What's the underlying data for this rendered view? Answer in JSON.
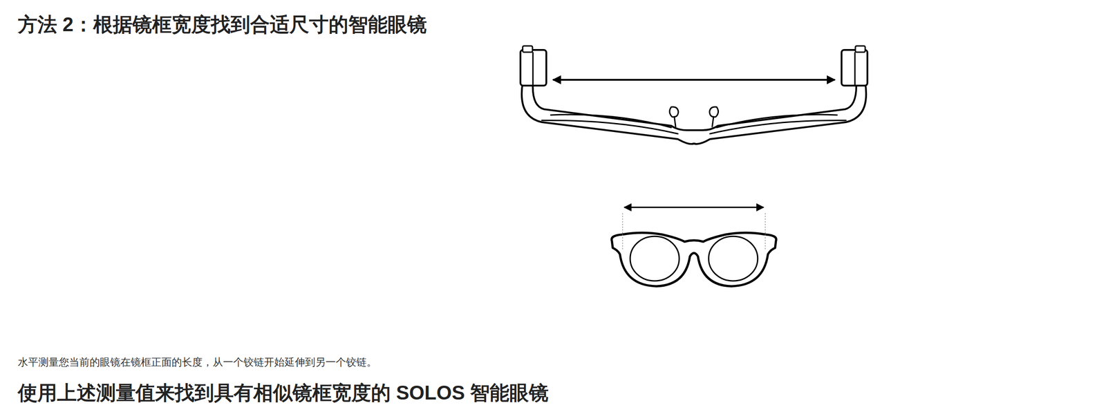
{
  "diagram": {
    "title": "方法 2：根据镜框宽度找到合适尺寸的智能眼镜",
    "labels": [
      "水平测量您当前的眼镜在镜框正面的长度，从一个铰链开始延伸到另一个铰链。",
      "使用上述测量值来找到具有相似镜框宽度的 SOLOS 智能眼镜"
    ]
  }
}
